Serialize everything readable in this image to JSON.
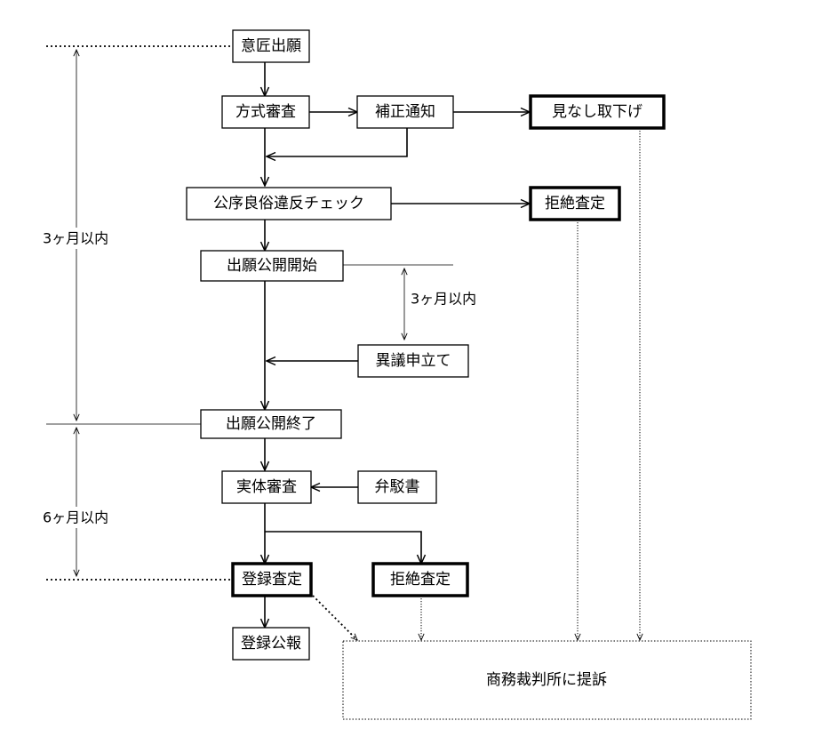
{
  "nodes": {
    "design_application": "意匠出願",
    "formality_exam": "方式審査",
    "correction_notice": "補正通知",
    "deemed_withdrawal": "見なし取下げ",
    "public_order_check": "公序良俗違反チェック",
    "rejection_1": "拒絶査定",
    "publication_start": "出願公開開始",
    "opposition": "異議申立て",
    "publication_end": "出願公開終了",
    "substantive_exam": "実体審査",
    "argument_brief": "弁駁書",
    "registration_decision": "登録査定",
    "rejection_2": "拒絶査定",
    "registration_gazette": "登録公報",
    "court_appeal": "商務裁判所に提訴"
  },
  "periods": {
    "first": "3ヶ月以内",
    "opposition_window": "3ヶ月以内",
    "second": "6ヶ月以内"
  }
}
